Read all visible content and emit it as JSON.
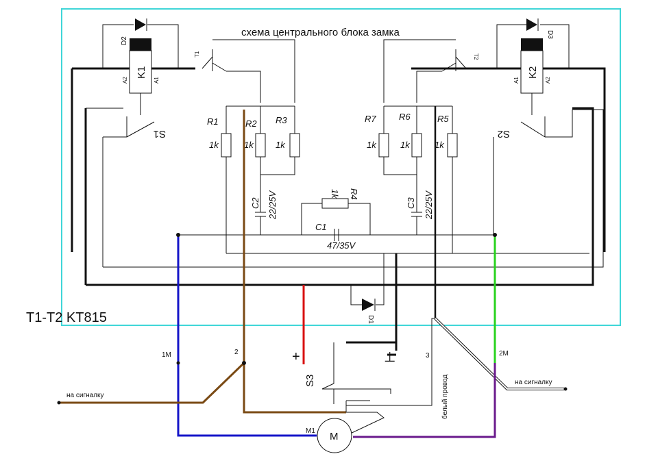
{
  "title": "схема центрального блока замка",
  "transistor_note": "T1-T2 KT815",
  "colors": {
    "frame": "#3fd6d8",
    "blue": "#1414c8",
    "brown": "#7a4a14",
    "red": "#d81010",
    "green": "#28d21e",
    "purple": "#6a1a8c",
    "black": "#111111"
  },
  "relays": {
    "k1": "K1",
    "k2": "K2",
    "a1": "A1",
    "a2": "A2"
  },
  "diodes": {
    "d1": "D1",
    "d2": "D2",
    "d3": "D3"
  },
  "transistors": {
    "t1": "T1",
    "t2": "T2"
  },
  "switches": {
    "s1": "S1",
    "s2": "S2",
    "s3": "S3"
  },
  "resistors": {
    "r1": "R1",
    "r2": "R2",
    "r3": "R3",
    "r4": "R4",
    "r5": "R5",
    "r6": "R6",
    "r7": "R7",
    "value": "1k"
  },
  "capacitors": {
    "c1": "C1",
    "c1_value": "47/35V",
    "c2": "C2",
    "c2_value": "22/25V",
    "c3": "C3",
    "c3_value": "22/25V"
  },
  "terminals": {
    "t1m": "1M",
    "t2": "2",
    "t3": "3",
    "t2m": "2M",
    "plus": "+",
    "ground": "⊥"
  },
  "labels": {
    "to_alarm": "на сигналку",
    "white_wire": "белый провод",
    "motor": "M1",
    "motor_symbol": "M"
  }
}
